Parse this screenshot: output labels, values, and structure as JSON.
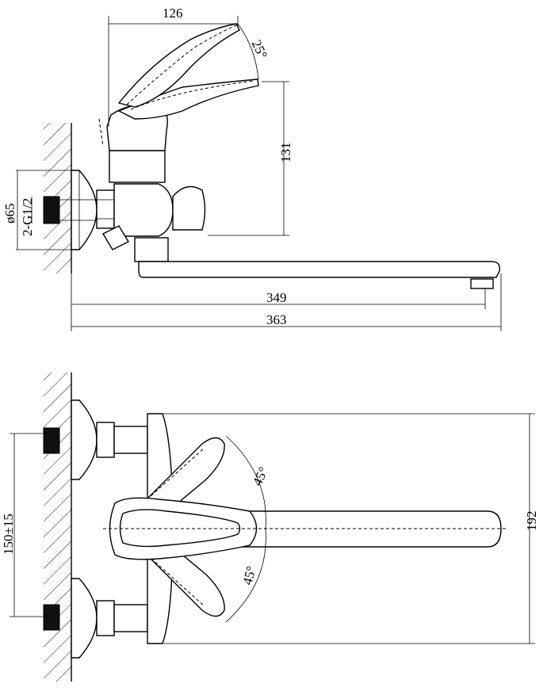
{
  "side_view": {
    "dim_top_width": "126",
    "dim_lever_angle": "25°",
    "dim_height": "131",
    "dim_flange_diameter": "ø65",
    "dim_thread": "2-G1/2",
    "dim_spout_reach": "349",
    "dim_total_length": "363"
  },
  "top_view": {
    "dim_lever_angle_upper": "45°",
    "dim_lever_angle_lower": "45°",
    "dim_center_distance": "150±15",
    "dim_depth": "192"
  }
}
